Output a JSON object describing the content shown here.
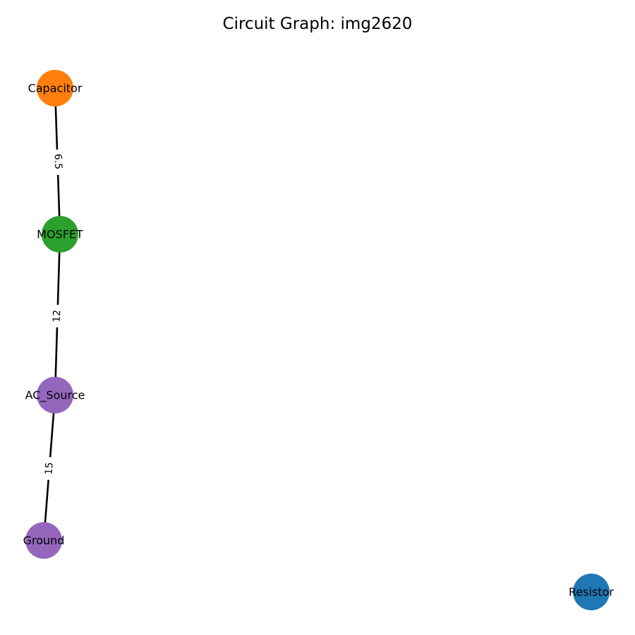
{
  "title": "Circuit Graph: img2620",
  "nodes": [
    {
      "id": "capacitor",
      "label": "Capacitor",
      "color": "#ff7f0e"
    },
    {
      "id": "mosfet",
      "label": "MOSFET",
      "color": "#2ca02c"
    },
    {
      "id": "ac_source",
      "label": "AC_Source",
      "color": "#9467bd"
    },
    {
      "id": "ground",
      "label": "Ground",
      "color": "#9467bd"
    },
    {
      "id": "resistor",
      "label": "Resistor",
      "color": "#1f77b4"
    }
  ],
  "edges": [
    {
      "source": "capacitor",
      "target": "mosfet",
      "label": "6.5"
    },
    {
      "source": "mosfet",
      "target": "ac_source",
      "label": "12"
    },
    {
      "source": "ac_source",
      "target": "ground",
      "label": "15"
    }
  ]
}
